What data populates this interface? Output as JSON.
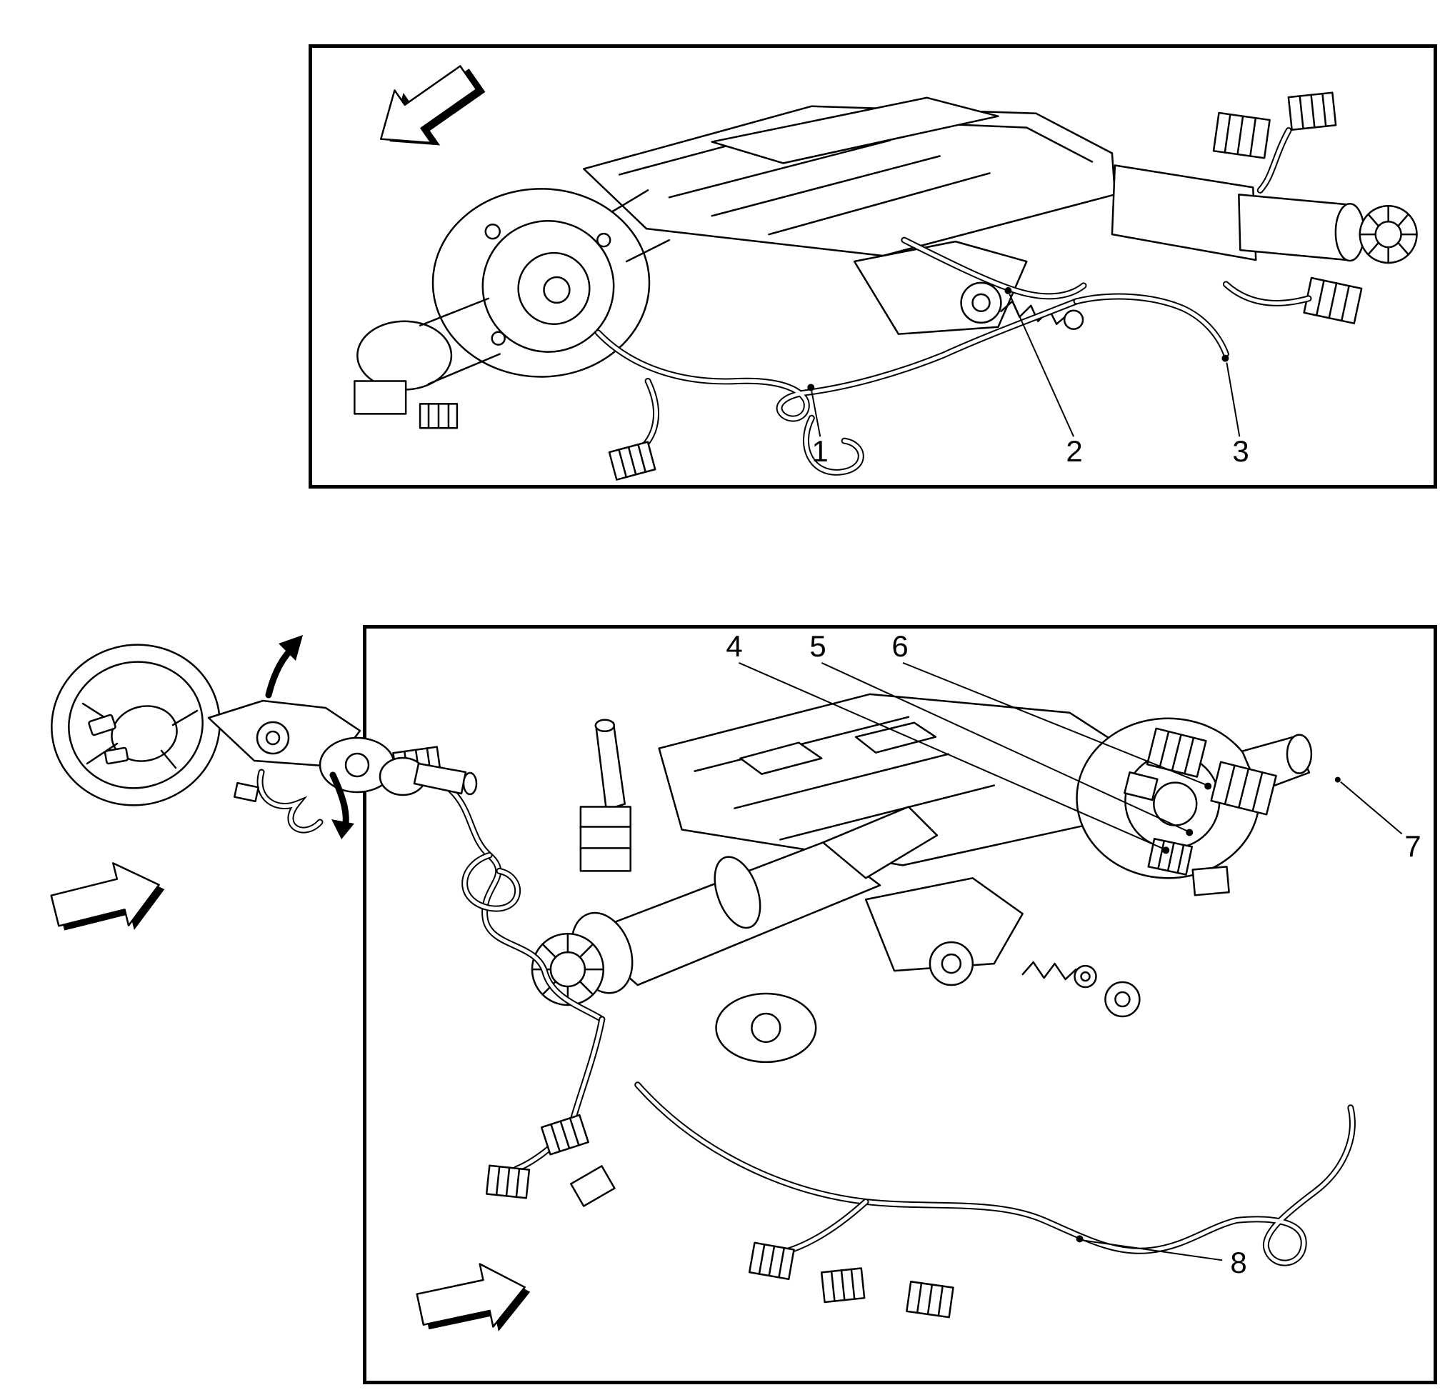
{
  "figure": {
    "callouts": {
      "c1": "1",
      "c2": "2",
      "c3": "3",
      "c4": "4",
      "c5": "5",
      "c6": "6",
      "c7": "7",
      "c8": "8"
    },
    "icons": {
      "upper_panel_arrow": "block-arrow-up-left",
      "middle_left_arrow": "block-arrow-right",
      "lower_panel_arrow": "block-arrow-right",
      "rotate_up_arrow": "curved-arrow-up",
      "rotate_down_arrow": "curved-arrow-down"
    },
    "colors": {
      "line": "#000000",
      "background": "#ffffff"
    }
  }
}
